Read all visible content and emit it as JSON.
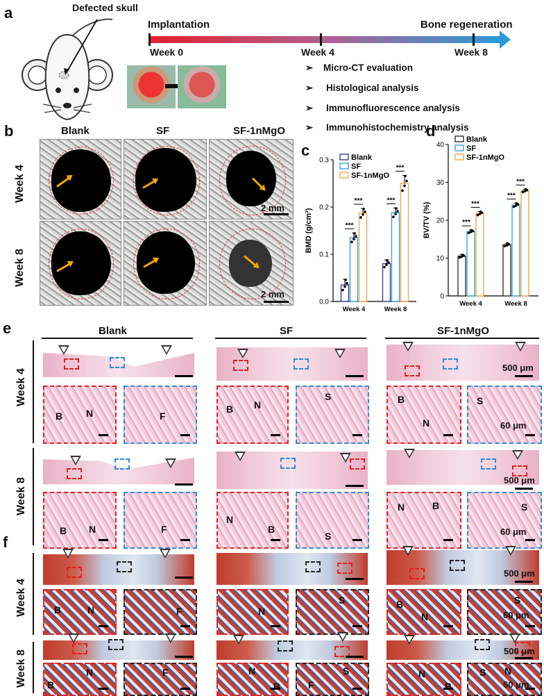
{
  "panel_a": {
    "letter": "a",
    "mouse_label": "Defected skull",
    "timeline": {
      "start_label": "Implantation",
      "end_label": "Bone regeneration",
      "weeks": [
        "Week 0",
        "Week 4",
        "Week 8"
      ]
    },
    "analyses": [
      "Micro-CT evaluation",
      "Histological analysis",
      "Immunofluorescence analysis",
      "Immunohistochemistry analysis"
    ]
  },
  "panel_b": {
    "letter": "b",
    "columns": [
      "Blank",
      "SF",
      "SF-1nMgO"
    ],
    "rows": [
      "Week 4",
      "Week 8"
    ],
    "scale": "2 mm"
  },
  "panel_c": {
    "letter": "c",
    "chart_data": {
      "type": "bar",
      "categories": [
        "Week 4",
        "Week 8"
      ],
      "series": [
        {
          "name": "Blank",
          "values": [
            0.035,
            0.08
          ],
          "err": [
            0.012,
            0.008
          ],
          "color": "#2b2f8f"
        },
        {
          "name": "SF",
          "values": [
            0.135,
            0.188
          ],
          "err": [
            0.01,
            0.01
          ],
          "color": "#2b9ad8"
        },
        {
          "name": "SF-1nMgO",
          "values": [
            0.187,
            0.25
          ],
          "err": [
            0.01,
            0.017
          ],
          "color": "#f3a03a"
        }
      ],
      "ylabel": "BMD (g/cm³)",
      "ylim": [
        0,
        0.3
      ],
      "yticks": [
        "0.0",
        "0.1",
        "0.2",
        "0.3"
      ],
      "sig": [
        "***",
        "***",
        "***",
        "***"
      ]
    }
  },
  "panel_d": {
    "letter": "d",
    "chart_data": {
      "type": "bar",
      "categories": [
        "Week 4",
        "Week 8"
      ],
      "series": [
        {
          "name": "Blank",
          "values": [
            10.5,
            13.5
          ],
          "err": [
            0.4,
            0.4
          ],
          "color": "#222222"
        },
        {
          "name": "SF",
          "values": [
            17.0,
            24.0
          ],
          "err": [
            0.4,
            0.5
          ],
          "color": "#2b9ad8"
        },
        {
          "name": "SF-1nMgO",
          "values": [
            21.8,
            27.8
          ],
          "err": [
            0.5,
            0.4
          ],
          "color": "#f3a03a"
        }
      ],
      "ylabel": "BV/TV (%)",
      "ylim": [
        0,
        40
      ],
      "yticks": [
        "0",
        "10",
        "20",
        "30",
        "40"
      ],
      "sig": [
        "***",
        "***",
        "***",
        "***"
      ]
    }
  },
  "panel_e": {
    "letter": "e",
    "columns": [
      "Blank",
      "SF",
      "SF-1nMgO"
    ],
    "rows": [
      "Week 4",
      "Week 8"
    ],
    "scale_main": "500 μm",
    "scale_zoom": "60 μm",
    "labels": {
      "B": "B",
      "N": "N",
      "F": "F",
      "S": "S"
    }
  },
  "panel_f": {
    "letter": "f",
    "rows": [
      "Week 4",
      "Week 8"
    ],
    "scale_main": "500 μm",
    "scale_zoom": "60 μm",
    "labels": {
      "B": "B",
      "N": "N",
      "F": "F",
      "S": "S"
    }
  }
}
